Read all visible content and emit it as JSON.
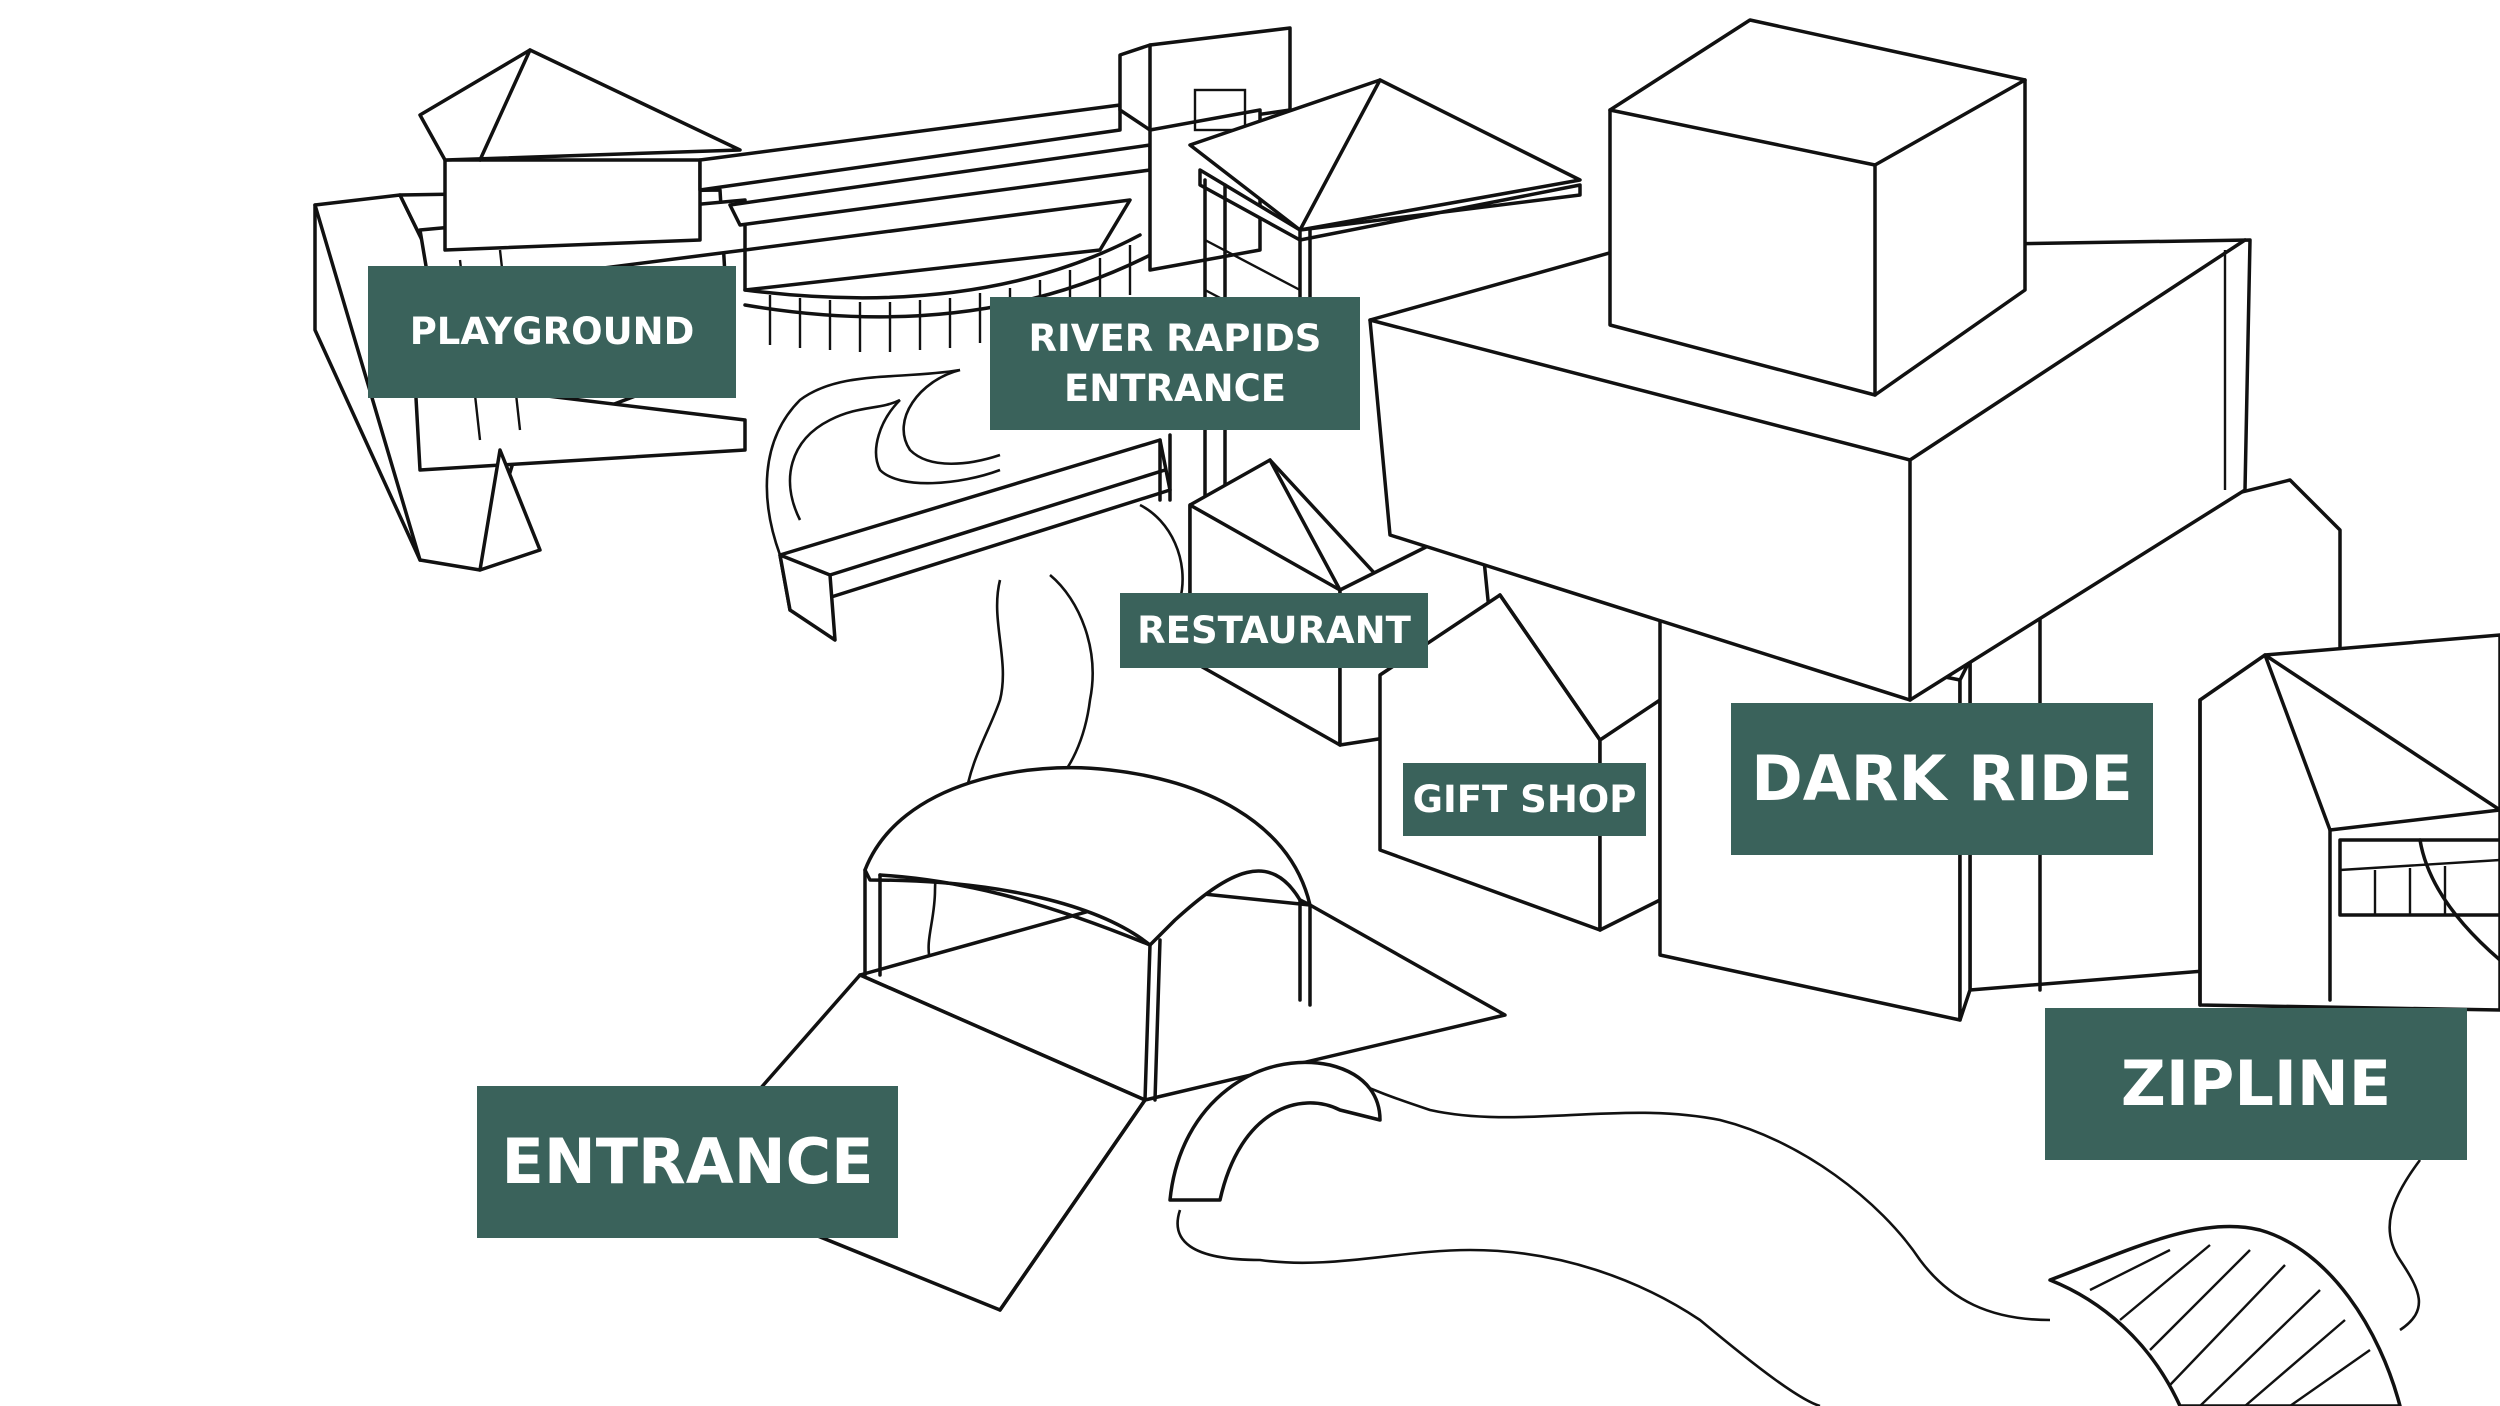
{
  "map": {
    "accent_color": "#3a625b",
    "label_text_color": "#ffffff",
    "labels": {
      "playground": "PLAYGROUND",
      "river_rapids_line1": "RIVER RAPIDS",
      "river_rapids_line2": "ENTRANCE",
      "restaurant": "RESTAURANT",
      "gift_shop": "GIFT SHOP",
      "dark_ride": "DARK RIDE",
      "entrance": "ENTRANCE",
      "zipline": "ZIPLINE"
    }
  }
}
